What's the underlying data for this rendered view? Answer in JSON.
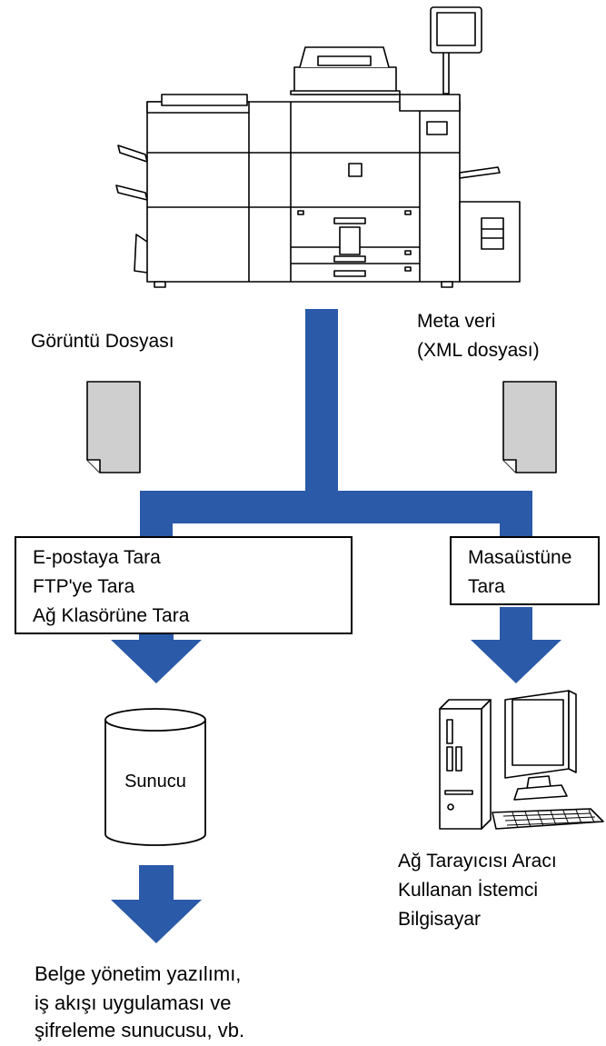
{
  "colors": {
    "arrow": "#2a5aa8",
    "document": "#cfcfcf",
    "outline": "#000000"
  },
  "labels": {
    "image_file": "Görüntü Dosyası",
    "metadata_line1": "Meta veri",
    "metadata_line2": "(XML dosyası)",
    "server": "Sunucu",
    "client_line1": "Ağ Tarayıcısı Aracı",
    "client_line2": "Kullanan İstemci",
    "client_line3": "Bilgisayar",
    "software_line1": "Belge yönetim yazılımı,",
    "software_line2": "iş akışı uygulaması ve",
    "software_line3": "şifreleme sunucusu, vb."
  },
  "left_box": {
    "lines": [
      "E-postaya Tara",
      "FTP'ye Tara",
      "Ağ Klasörüne Tara"
    ]
  },
  "right_box": {
    "lines": [
      "Masaüstüne",
      "Tara"
    ]
  },
  "icons": {
    "mfp": "multifunction-printer-icon",
    "document": "document-icon",
    "server": "server-cylinder-icon",
    "computer": "desktop-computer-icon"
  }
}
